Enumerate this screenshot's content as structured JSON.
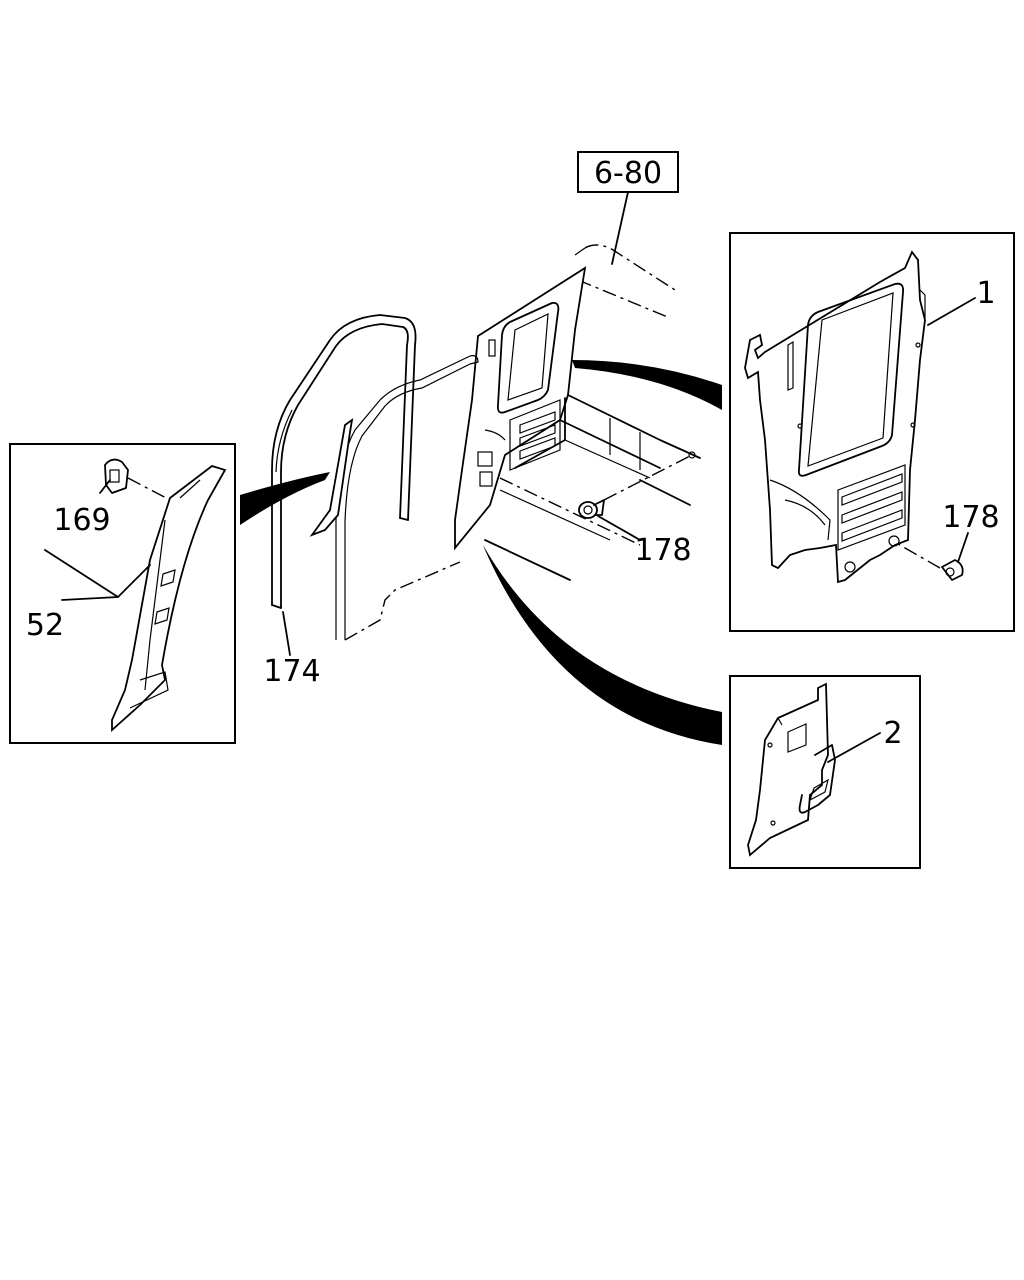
{
  "diagram": {
    "reference_box": "6-80",
    "callouts": {
      "part_1": "1",
      "part_2": "2",
      "part_52": "52",
      "part_169": "169",
      "part_174": "174",
      "part_178_main": "178",
      "part_178_detail": "178"
    }
  }
}
